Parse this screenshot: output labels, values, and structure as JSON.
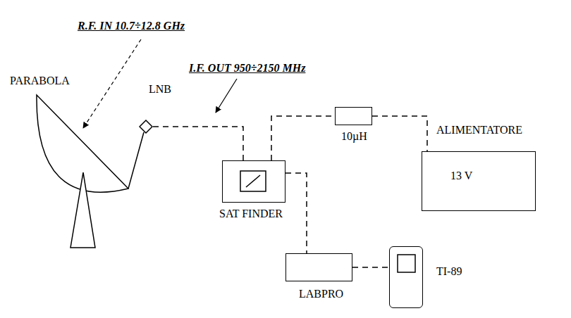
{
  "diagram": {
    "nodes": [
      {
        "text": [
          "LNB"
        ]
      },
      {
        "text": [
          "SAT FINDER"
        ]
      },
      {
        "text": [
          "10µH"
        ]
      },
      {
        "text": [
          "ALIMENTATORE",
          "13 V"
        ]
      },
      {
        "text": [
          "LABPRO"
        ]
      },
      {
        "text": [
          "TI-89"
        ]
      }
    ],
    "edges": [
      {
        "from": 0,
        "to": 1,
        "arrow": "none"
      },
      {
        "from": 1,
        "to": 2,
        "arrow": "none"
      },
      {
        "from": 2,
        "to": 3,
        "arrow": "none"
      },
      {
        "from": 1,
        "to": 4,
        "arrow": "none"
      },
      {
        "from": 4,
        "to": 5,
        "arrow": "none"
      }
    ],
    "labels": [
      "R.F. IN 10.7÷12.8 GHz",
      "I.F. OUT 950÷2150 MHz",
      "PARABOLA"
    ]
  }
}
